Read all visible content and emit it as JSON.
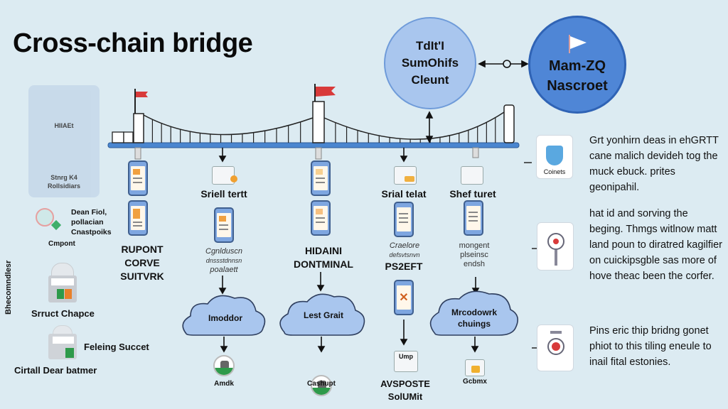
{
  "title": "Cross-chain bridge",
  "circles": {
    "left": {
      "lines": [
        "TdIt'I",
        "SumOhifs",
        "Cleunt"
      ]
    },
    "right": {
      "lines": [
        "Mam-ZQ",
        "Nascroet"
      ],
      "icon": "flag-icon"
    }
  },
  "left_panel": {
    "ghost_card": {
      "label": "HIIAEt",
      "caption_lines": [
        "Stnrg K4",
        "Rollsidiars"
      ]
    },
    "item1": {
      "lines": [
        "Dean Fiol,",
        "pollacian",
        "Cnastpoiks"
      ],
      "caption": "Cmpont"
    },
    "vertical_label": "Bhecomndlesr",
    "item2": {
      "caption": "Srruct Chapce"
    },
    "item3": {
      "side_label": "Feleing Succet",
      "caption": "Cirtall Dear batmer"
    }
  },
  "columns": [
    {
      "id": "col1",
      "labels": [
        "RUPONT",
        "CORVE",
        "SUITVRK"
      ]
    },
    {
      "id": "col2",
      "top_label": "Sriell tertt",
      "faint_lines": [
        "Cgnlduscn",
        "dnssstdnnsn",
        "poalaett"
      ],
      "cloud": "Imoddor",
      "avatar_label": "Amdk"
    },
    {
      "id": "col3",
      "labels": [
        "HIDAINI",
        "DONTMINAL"
      ],
      "cloud": "Lest Grait",
      "avatar_label": "Cashupt"
    },
    {
      "id": "col4",
      "top_label": "Srial telat",
      "faint_lines": [
        "Craelore",
        "defsvtsnvn"
      ],
      "label": "PS2EFT",
      "bottom_badge": "Ump",
      "bottom_lines": [
        "AVSPOSTE",
        "SolUMit"
      ]
    },
    {
      "id": "col5",
      "top_label": "Shef turet",
      "faint_lines": [
        "mongent",
        "plseinsc",
        "endsh"
      ],
      "cloud_lines": [
        "Mrcodowrk",
        "chuings"
      ],
      "bottom_label": "Gcbmx"
    }
  ],
  "right_panel": [
    {
      "icon": "shield-icon",
      "icon_label": "Coinets",
      "text": "Grt yonhirn deas in ehGRTT cane malich devideh tog the muck ebuck. prites geonipahil."
    },
    {
      "icon": "network-tree-icon",
      "text": "hat id and sorving the beging. Thmgs witlnow matt land poun to diratred kagilfier on cuickipsgble sas more of hove theac been the corfer."
    },
    {
      "icon": "valve-icon",
      "text": "Pins eric thip bridng gonet phiot to this tiling eneule to inail fital estonies."
    }
  ],
  "colors": {
    "background": "#dcebf2",
    "bridge_deck": "#4a86d0",
    "flag": "#d83a3a",
    "cloud_fill": "#a9c6ee",
    "circle_light": "#a9c6ee",
    "circle_dark": "#4f86d6"
  }
}
